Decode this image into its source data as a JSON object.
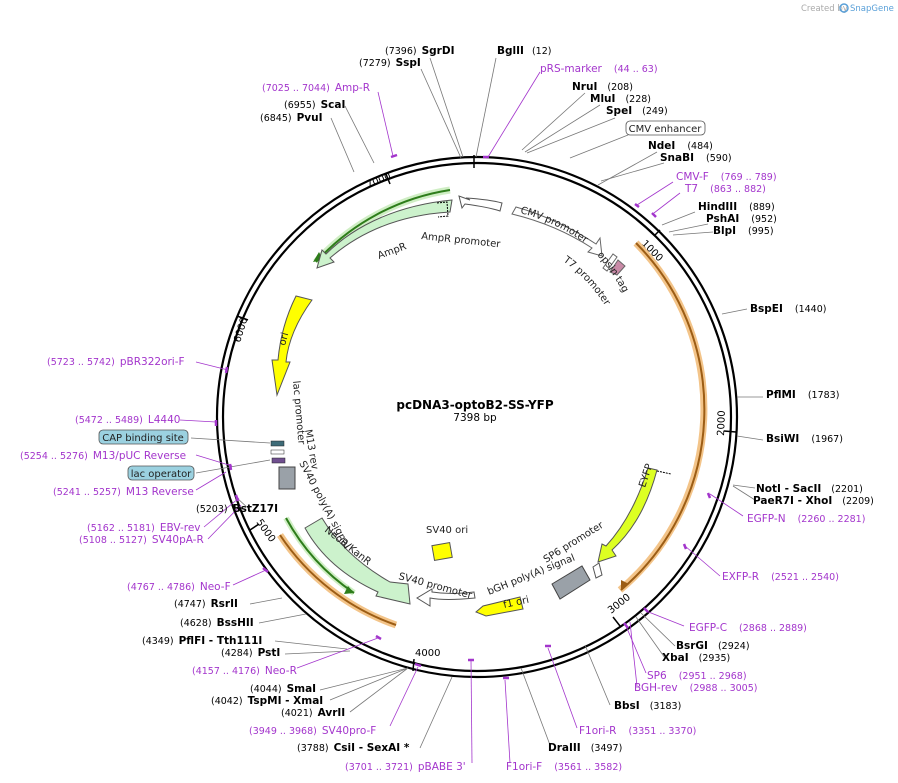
{
  "credit": {
    "text": "Created by",
    "brand": "SnapGene"
  },
  "plasmid": {
    "name": "pcDNA3-optoB2-SS-YFP",
    "size_label": "7398 bp"
  },
  "ticks": [
    "1000",
    "2000",
    "3000",
    "4000",
    "5000",
    "6000",
    "7000"
  ],
  "enzymes": [
    {
      "id": "sgrdi",
      "name": "SgrDI",
      "pos": "(7396)"
    },
    {
      "id": "sspi",
      "name": "SspI",
      "pos": "(7279)"
    },
    {
      "id": "bglii",
      "name": "BglII",
      "pos": "(12)"
    },
    {
      "id": "nrui",
      "name": "NruI",
      "pos": "(208)"
    },
    {
      "id": "mlui",
      "name": "MluI",
      "pos": "(228)"
    },
    {
      "id": "spei",
      "name": "SpeI",
      "pos": "(249)"
    },
    {
      "id": "scai",
      "name": "ScaI",
      "pos": "(6955)"
    },
    {
      "id": "pvui",
      "name": "PvuI",
      "pos": "(6845)"
    },
    {
      "id": "ndei",
      "name": "NdeI",
      "pos": "(484)"
    },
    {
      "id": "snabi",
      "name": "SnaBI",
      "pos": "(590)"
    },
    {
      "id": "hindiii",
      "name": "HindIII",
      "pos": "(889)"
    },
    {
      "id": "pshai",
      "name": "PshAI",
      "pos": "(952)"
    },
    {
      "id": "blpi",
      "name": "BlpI",
      "pos": "(995)"
    },
    {
      "id": "bspei",
      "name": "BspEI",
      "pos": "(1440)"
    },
    {
      "id": "pflmi",
      "name": "PflMI",
      "pos": "(1783)"
    },
    {
      "id": "bsiwi",
      "name": "BsiWI",
      "pos": "(1967)"
    },
    {
      "id": "noti",
      "name": "NotI - SacII",
      "pos": "(2201)"
    },
    {
      "id": "paer7i",
      "name": "PaeR7I - XhoI",
      "pos": "(2209)"
    },
    {
      "id": "bsrgi",
      "name": "BsrGI",
      "pos": "(2924)"
    },
    {
      "id": "xbai",
      "name": "XbaI",
      "pos": "(2935)"
    },
    {
      "id": "bbsi",
      "name": "BbsI",
      "pos": "(3183)"
    },
    {
      "id": "draiii",
      "name": "DraIII",
      "pos": "(3497)"
    },
    {
      "id": "csii",
      "name": "CsiI - SexAI *",
      "pos": "(3788)"
    },
    {
      "id": "avrii",
      "name": "AvrII",
      "pos": "(4021)"
    },
    {
      "id": "tspmi",
      "name": "TspMI - XmaI",
      "pos": "(4042)"
    },
    {
      "id": "smai",
      "name": "SmaI",
      "pos": "(4044)"
    },
    {
      "id": "psti",
      "name": "PstI",
      "pos": "(4284)"
    },
    {
      "id": "pflfi",
      "name": "PflFI - Tth111I",
      "pos": "(4349)"
    },
    {
      "id": "bsshii",
      "name": "BssHII",
      "pos": "(4628)"
    },
    {
      "id": "rsrii",
      "name": "RsrII",
      "pos": "(4747)"
    },
    {
      "id": "bstz17i",
      "name": "BstZ17I",
      "pos": "(5203)"
    }
  ],
  "primers": [
    {
      "id": "amp-r",
      "name": "Amp-R",
      "pos": "(7025 .. 7044)"
    },
    {
      "id": "prs-marker",
      "name": "pRS-marker",
      "pos": "(44 .. 63)"
    },
    {
      "id": "cmv-f",
      "name": "CMV-F",
      "pos": "(769 .. 789)"
    },
    {
      "id": "t7",
      "name": "T7",
      "pos": "(863 .. 882)"
    },
    {
      "id": "pbr322ori-f",
      "name": "pBR322ori-F",
      "pos": "(5723 .. 5742)"
    },
    {
      "id": "l4440",
      "name": "L4440",
      "pos": "(5472 .. 5489)"
    },
    {
      "id": "m13-puc-reverse",
      "name": "M13/pUC Reverse",
      "pos": "(5254 .. 5276)"
    },
    {
      "id": "m13-reverse",
      "name": "M13 Reverse",
      "pos": "(5241 .. 5257)"
    },
    {
      "id": "ebv-rev",
      "name": "EBV-rev",
      "pos": "(5162 .. 5181)"
    },
    {
      "id": "sv40pa-r",
      "name": "SV40pA-R",
      "pos": "(5108 .. 5127)"
    },
    {
      "id": "egfp-n",
      "name": "EGFP-N",
      "pos": "(2260 .. 2281)"
    },
    {
      "id": "exfp-r",
      "name": "EXFP-R",
      "pos": "(2521 .. 2540)"
    },
    {
      "id": "egfp-c",
      "name": "EGFP-C",
      "pos": "(2868 .. 2889)"
    },
    {
      "id": "sp6",
      "name": "SP6",
      "pos": "(2951 .. 2968)"
    },
    {
      "id": "bgh-rev",
      "name": "BGH-rev",
      "pos": "(2988 .. 3005)"
    },
    {
      "id": "f1ori-r",
      "name": "F1ori-R",
      "pos": "(3351 .. 3370)"
    },
    {
      "id": "f1ori-f",
      "name": "F1ori-F",
      "pos": "(3561 .. 3582)"
    },
    {
      "id": "pbabe-3",
      "name": "pBABE 3'",
      "pos": "(3701 .. 3721)"
    },
    {
      "id": "sv40pro-f",
      "name": "SV40pro-F",
      "pos": "(3949 .. 3968)"
    },
    {
      "id": "neo-f",
      "name": "Neo-F",
      "pos": "(4767 .. 4786)"
    },
    {
      "id": "neo-r",
      "name": "Neo-R",
      "pos": "(4157 .. 4176)"
    }
  ],
  "boxed_labels": [
    {
      "id": "cmv-enhancer",
      "name": "CMV enhancer"
    },
    {
      "id": "cap-binding-site",
      "name": "CAP binding site"
    },
    {
      "id": "lac-operator",
      "name": "lac operator"
    }
  ],
  "features": {
    "cmv_promoter": "CMV promoter",
    "t7_promoter": "T7 promoter",
    "opsin_tag": "opsin tag",
    "ampr_promoter": "AmpR promoter",
    "ampr": "AmpR",
    "ori": "ori",
    "lac_promoter": "lac promoter",
    "m13_rev": "M13 rev",
    "sv40_polya": "SV40 poly(A) signal",
    "neo_kanr": "NeoR/KanR",
    "sv40_promoter": "SV40 promoter",
    "sv40_ori": "SV40 ori",
    "f1_ori": "f1 ori",
    "bgh_polya": "bGH poly(A) signal",
    "sp6_promoter": "SP6 promoter",
    "eyfp": "EYFP"
  },
  "colors": {
    "enzyme": "#000000",
    "primer": "#a335cc",
    "promoter": "#ffffff",
    "cds_ampr": "#ccf2cc",
    "ori": "#ffff00",
    "eyfp": "#ddff22",
    "f1_ori": "#ffff00",
    "polya": "#999999",
    "orf_orange": "#f0a030"
  }
}
